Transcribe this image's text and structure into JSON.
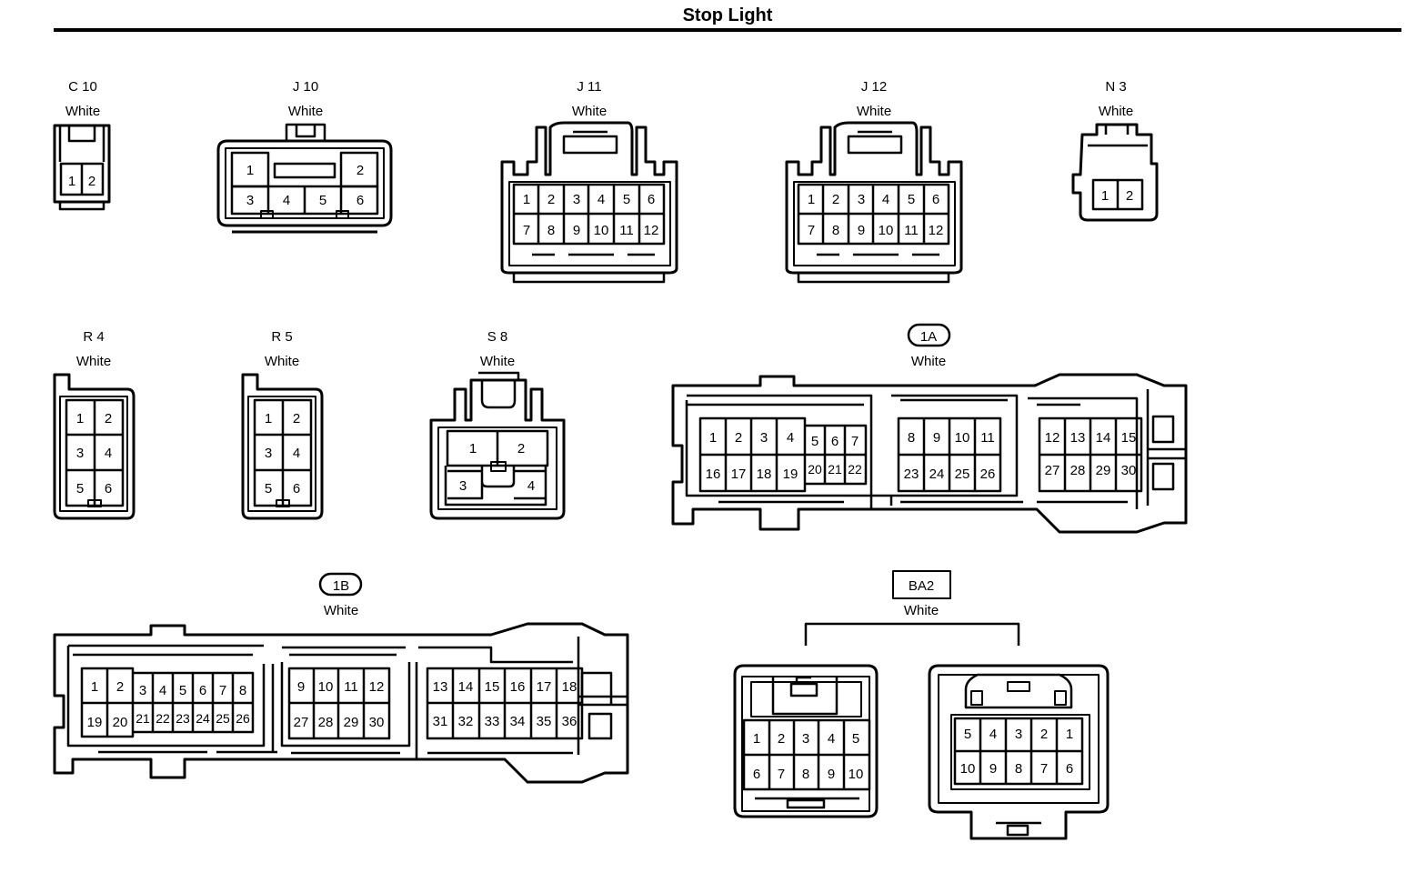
{
  "title": "Stop Light",
  "connectors": [
    {
      "id": "c10",
      "name": "C 10",
      "color": "White",
      "style": "plain",
      "pins": [
        [
          "1",
          "2"
        ]
      ]
    },
    {
      "id": "j10",
      "name": "J 10",
      "color": "White",
      "style": "plain",
      "pins": [
        [
          "1",
          "2"
        ],
        [
          "3",
          "4",
          "5",
          "6"
        ]
      ]
    },
    {
      "id": "j11",
      "name": "J 11",
      "color": "White",
      "style": "plain",
      "pins": [
        [
          "1",
          "2",
          "3",
          "4",
          "5",
          "6"
        ],
        [
          "7",
          "8",
          "9",
          "10",
          "11",
          "12"
        ]
      ]
    },
    {
      "id": "j12",
      "name": "J 12",
      "color": "White",
      "style": "plain",
      "pins": [
        [
          "1",
          "2",
          "3",
          "4",
          "5",
          "6"
        ],
        [
          "7",
          "8",
          "9",
          "10",
          "11",
          "12"
        ]
      ]
    },
    {
      "id": "n3",
      "name": "N 3",
      "color": "White",
      "style": "plain",
      "pins": [
        [
          "1",
          "2"
        ]
      ]
    },
    {
      "id": "r4",
      "name": "R 4",
      "color": "White",
      "style": "plain",
      "pins": [
        [
          "1",
          "2"
        ],
        [
          "3",
          "4"
        ],
        [
          "5",
          "6"
        ]
      ]
    },
    {
      "id": "r5",
      "name": "R 5",
      "color": "White",
      "style": "plain",
      "pins": [
        [
          "1",
          "2"
        ],
        [
          "3",
          "4"
        ],
        [
          "5",
          "6"
        ]
      ]
    },
    {
      "id": "s8",
      "name": "S 8",
      "color": "White",
      "style": "plain",
      "pins": [
        [
          "1",
          "2"
        ],
        [
          "3",
          "4"
        ]
      ]
    },
    {
      "id": "1a",
      "name": "1A",
      "color": "White",
      "style": "oval",
      "pins": [
        [
          "1",
          "2",
          "3",
          "4",
          "5",
          "6",
          "7",
          "8",
          "9",
          "10",
          "11",
          "12",
          "13",
          "14",
          "15"
        ],
        [
          "16",
          "17",
          "18",
          "19",
          "20",
          "21",
          "22",
          "23",
          "24",
          "25",
          "26",
          "27",
          "28",
          "29",
          "30"
        ]
      ]
    },
    {
      "id": "1b",
      "name": "1B",
      "color": "White",
      "style": "oval",
      "pins": [
        [
          "1",
          "2",
          "3",
          "4",
          "5",
          "6",
          "7",
          "8",
          "9",
          "10",
          "11",
          "12",
          "13",
          "14",
          "15",
          "16",
          "17",
          "18"
        ],
        [
          "19",
          "20",
          "21",
          "22",
          "23",
          "24",
          "25",
          "26",
          "27",
          "28",
          "29",
          "30",
          "31",
          "32",
          "33",
          "34",
          "35",
          "36"
        ]
      ]
    },
    {
      "id": "ba2",
      "name": "BA2",
      "color": "White",
      "style": "box",
      "pins": [
        [
          "1",
          "2",
          "3",
          "4",
          "5"
        ],
        [
          "6",
          "7",
          "8",
          "9",
          "10"
        ]
      ],
      "pins_mirror": [
        [
          "5",
          "4",
          "3",
          "2",
          "1"
        ],
        [
          "10",
          "9",
          "8",
          "7",
          "6"
        ]
      ]
    }
  ]
}
